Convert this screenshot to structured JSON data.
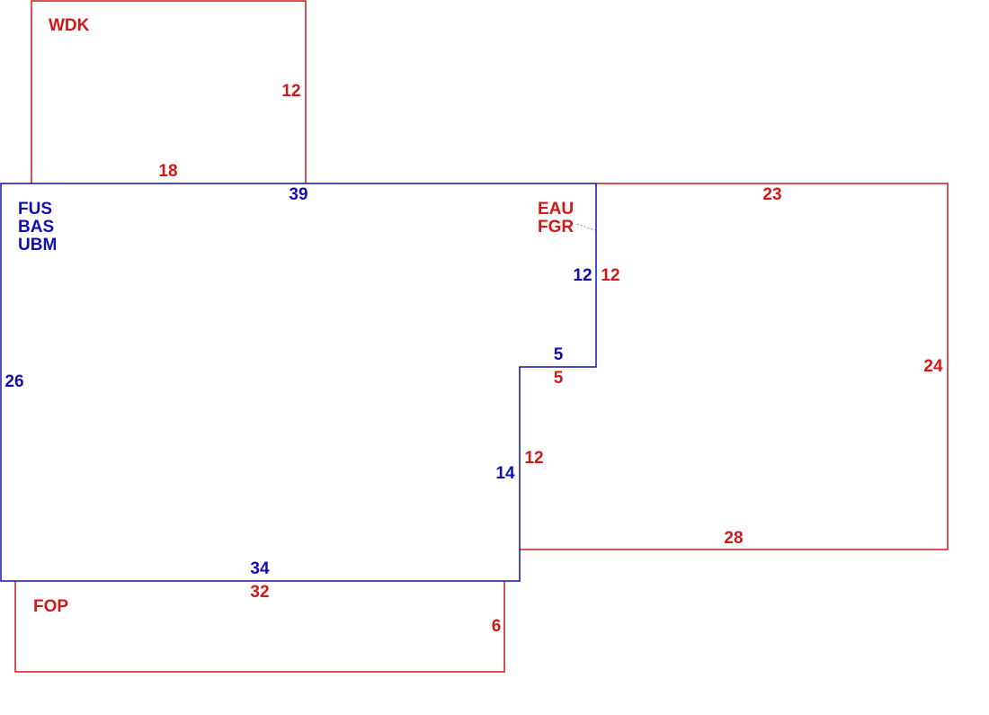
{
  "colors": {
    "main": "#1010b0",
    "addition": "#d01818",
    "background": "#ffffff"
  },
  "main_area": {
    "labels": [
      "FUS",
      "BAS",
      "UBM"
    ],
    "dimensions": {
      "top": "39",
      "left": "26",
      "right_upper": "12",
      "notch_top": "5",
      "right_lower": "14",
      "bottom": "34"
    }
  },
  "wdk": {
    "label": "WDK",
    "dimensions": {
      "bottom": "18",
      "right": "12"
    }
  },
  "eau": {
    "labels": [
      "EAU",
      "FGR"
    ],
    "dimensions": {
      "top": "23",
      "left_upper": "12",
      "notch": "5",
      "left_lower": "12",
      "right": "24",
      "bottom": "28"
    }
  },
  "fop": {
    "label": "FOP",
    "dimensions": {
      "top": "32",
      "right": "6"
    }
  }
}
